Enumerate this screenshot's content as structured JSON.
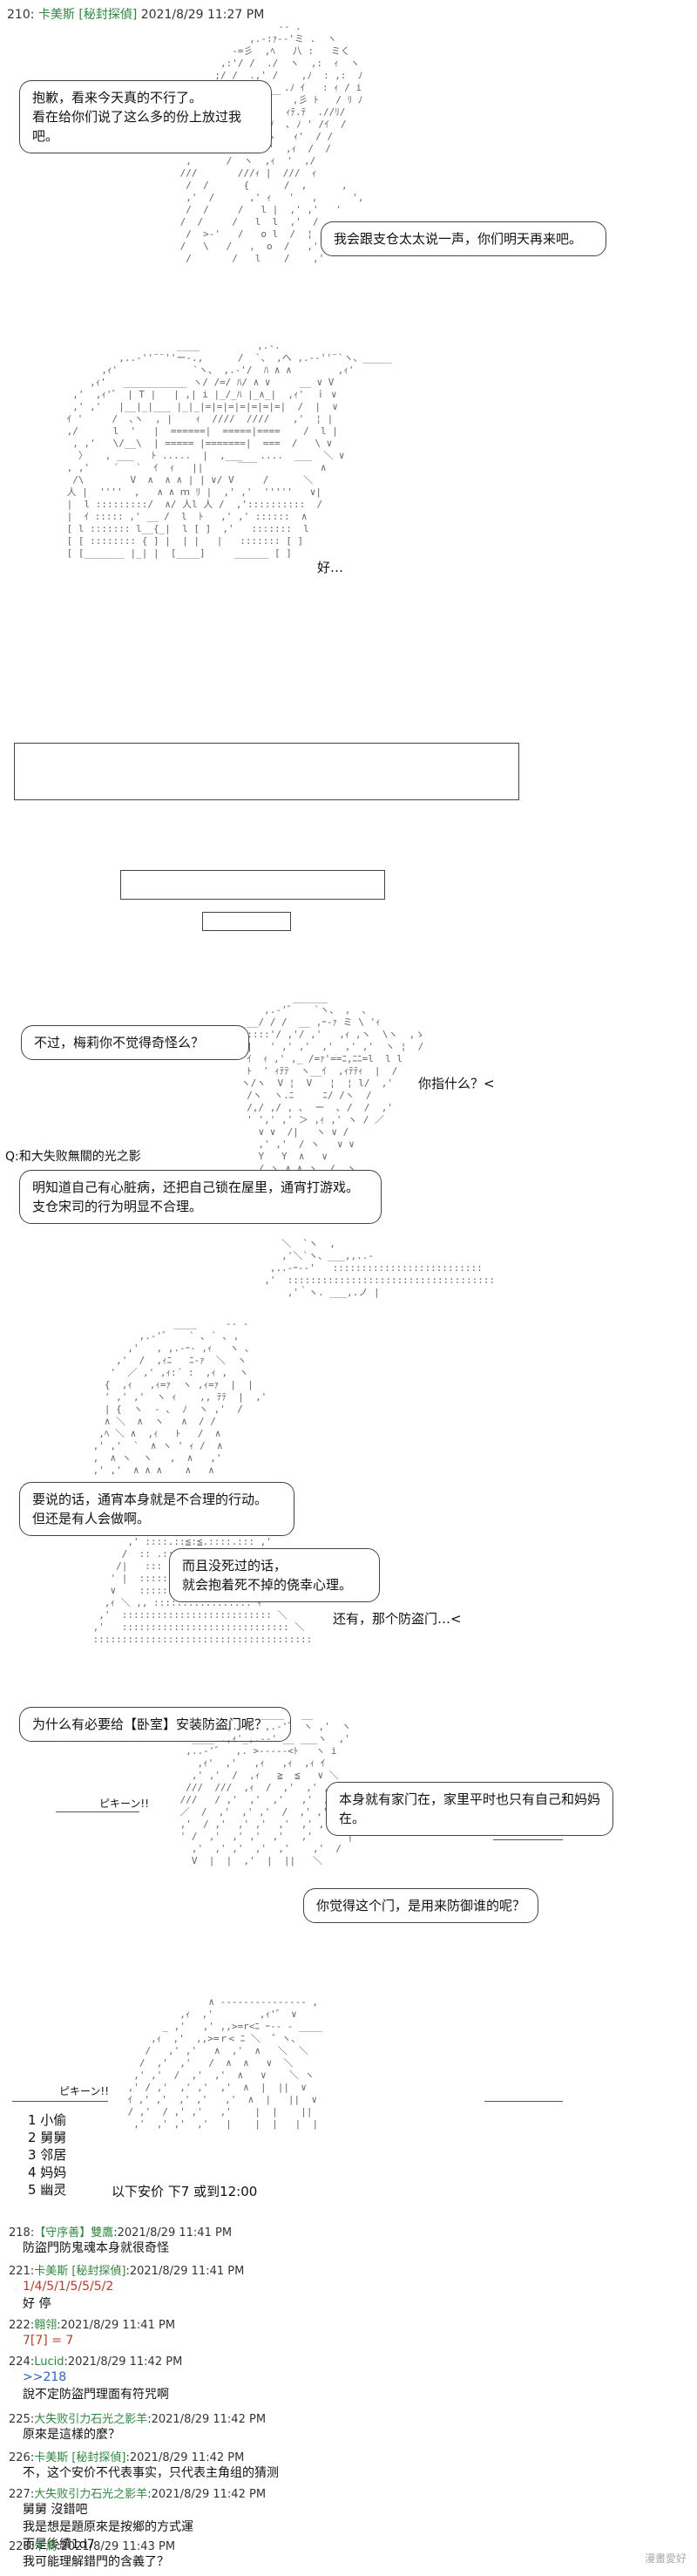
{
  "post_header": {
    "num": "210:",
    "name": "卡美斯 [秘封探偵]",
    "date": "2021/8/29 11:27 PM"
  },
  "scene1": {
    "bubble_left": [
      "抱歉，看来今天真的不行了。",
      "看在给你们说了这么多的份上放过我吧。"
    ],
    "bubble_right": [
      "我会跟支仓太太说一声，你们明天再来吧。"
    ]
  },
  "scene2": {
    "ok_text": "好…"
  },
  "scene3": {
    "bubble_q": [
      "不过，梅莉你不觉得奇怪么？"
    ],
    "reply_right": "你指什么？<",
    "label_line": "Q:和大失败無關的光之影",
    "bubble_body": [
      "明知道自己有心脏病，还把自己锁在屋里，通宵打游戏。",
      "支仓宋司的行为明显不合理。"
    ]
  },
  "scene4": {
    "bubble_left": [
      "要说的话，通宵本身就是不合理的行动。",
      "但还是有人会做啊。"
    ],
    "bubble_right": [
      "而且没死过的话，",
      "就会抱着死不掉的侥幸心理。"
    ],
    "after": "还有，那个防盗门…<"
  },
  "scene5": {
    "bubble_q": [
      "为什么有必要给【卧室】安装防盗门呢？"
    ],
    "sfx": "ピキーン!!",
    "bubble_right": [
      "本身就有家门在，家里平时也只有自己和妈妈在。"
    ],
    "bubble_right2": [
      "你觉得这个门，是用来防御谁的呢？"
    ]
  },
  "scene6": {
    "sfx": "ピキーン!!",
    "options": [
      "1 小偷",
      "2 舅舅",
      "3 邻居",
      "4 妈妈",
      "5 幽灵"
    ],
    "vote_note": "以下安价  下7  或到12:00"
  },
  "replies": [
    {
      "num": "218:",
      "name": "【守序善】雙鷹",
      "date": ":2021/8/29 11:41 PM",
      "body": [
        "防盜門防鬼魂本身就很奇怪"
      ]
    },
    {
      "num": "221:",
      "name": "卡美斯 [秘封探偵]",
      "date": ":2021/8/29 11:41 PM",
      "body": [
        "1/4/5/1/5/5/5/2",
        "好 停"
      ]
    },
    {
      "num": "222:",
      "name": "翱翎",
      "date": ":2021/8/29 11:41 PM",
      "body": [
        "7[7] = 7"
      ]
    },
    {
      "num": "224:",
      "name": "Lucid",
      "date": ":2021/8/29 11:42 PM",
      "body": [
        ">>218",
        "說不定防盜門理面有符咒啊"
      ]
    },
    {
      "num": "225:",
      "name": "大失败引力石光之影羊",
      "date": ":2021/8/29 11:42 PM",
      "body": [
        "原來是這樣的麼？"
      ]
    },
    {
      "num": "226:",
      "name": "卡美斯 [秘封探偵]",
      "date": ":2021/8/29 11:42 PM",
      "body": [
        "不，这个安价不代表事实，只代表主角组的猜测"
      ]
    },
    {
      "num": "227:",
      "name": "大失败引力石光之影羊",
      "date": ":2021/8/29 11:42 PM",
      "body": [
        "舅舅 沒錯吧",
        "我是想是題原來是按鄉的方式運",
        "而是後續1d7"
      ]
    },
    {
      "num": "228:",
      "name": "千鳥",
      "date": ":2021/8/29 11:43 PM",
      "body": [
        "我可能理解錯門的含義了？"
      ]
    }
  ],
  "watermark": "漫畫愛好"
}
